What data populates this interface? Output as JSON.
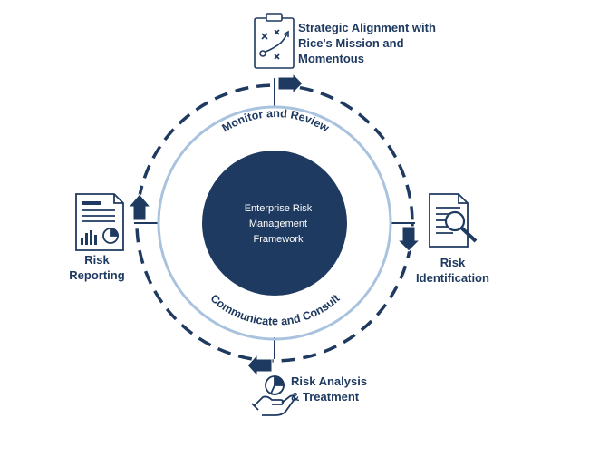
{
  "center": {
    "lines": [
      "Enterprise Risk",
      "Management",
      "Framework"
    ]
  },
  "inner_ring": {
    "top_text": "Monitor and Review",
    "bottom_text": "Communicate and Consult"
  },
  "stages": {
    "strategic": {
      "lines": [
        "Strategic Alignment with",
        "Rice's Mission and",
        "Momentous"
      ],
      "icon": "strategy-clipboard-icon"
    },
    "identification": {
      "lines": [
        "Risk",
        "Identification"
      ],
      "icon": "document-magnifier-icon"
    },
    "analysis": {
      "lines": [
        "Risk Analysis",
        "& Treatment"
      ],
      "icon": "hand-pie-chart-icon"
    },
    "reporting": {
      "lines": [
        "Risk",
        "Reporting"
      ],
      "icon": "report-chart-icon"
    }
  },
  "colors": {
    "navy": "#1f3a60",
    "light_blue_ring": "#a9c3df",
    "white": "#ffffff"
  }
}
